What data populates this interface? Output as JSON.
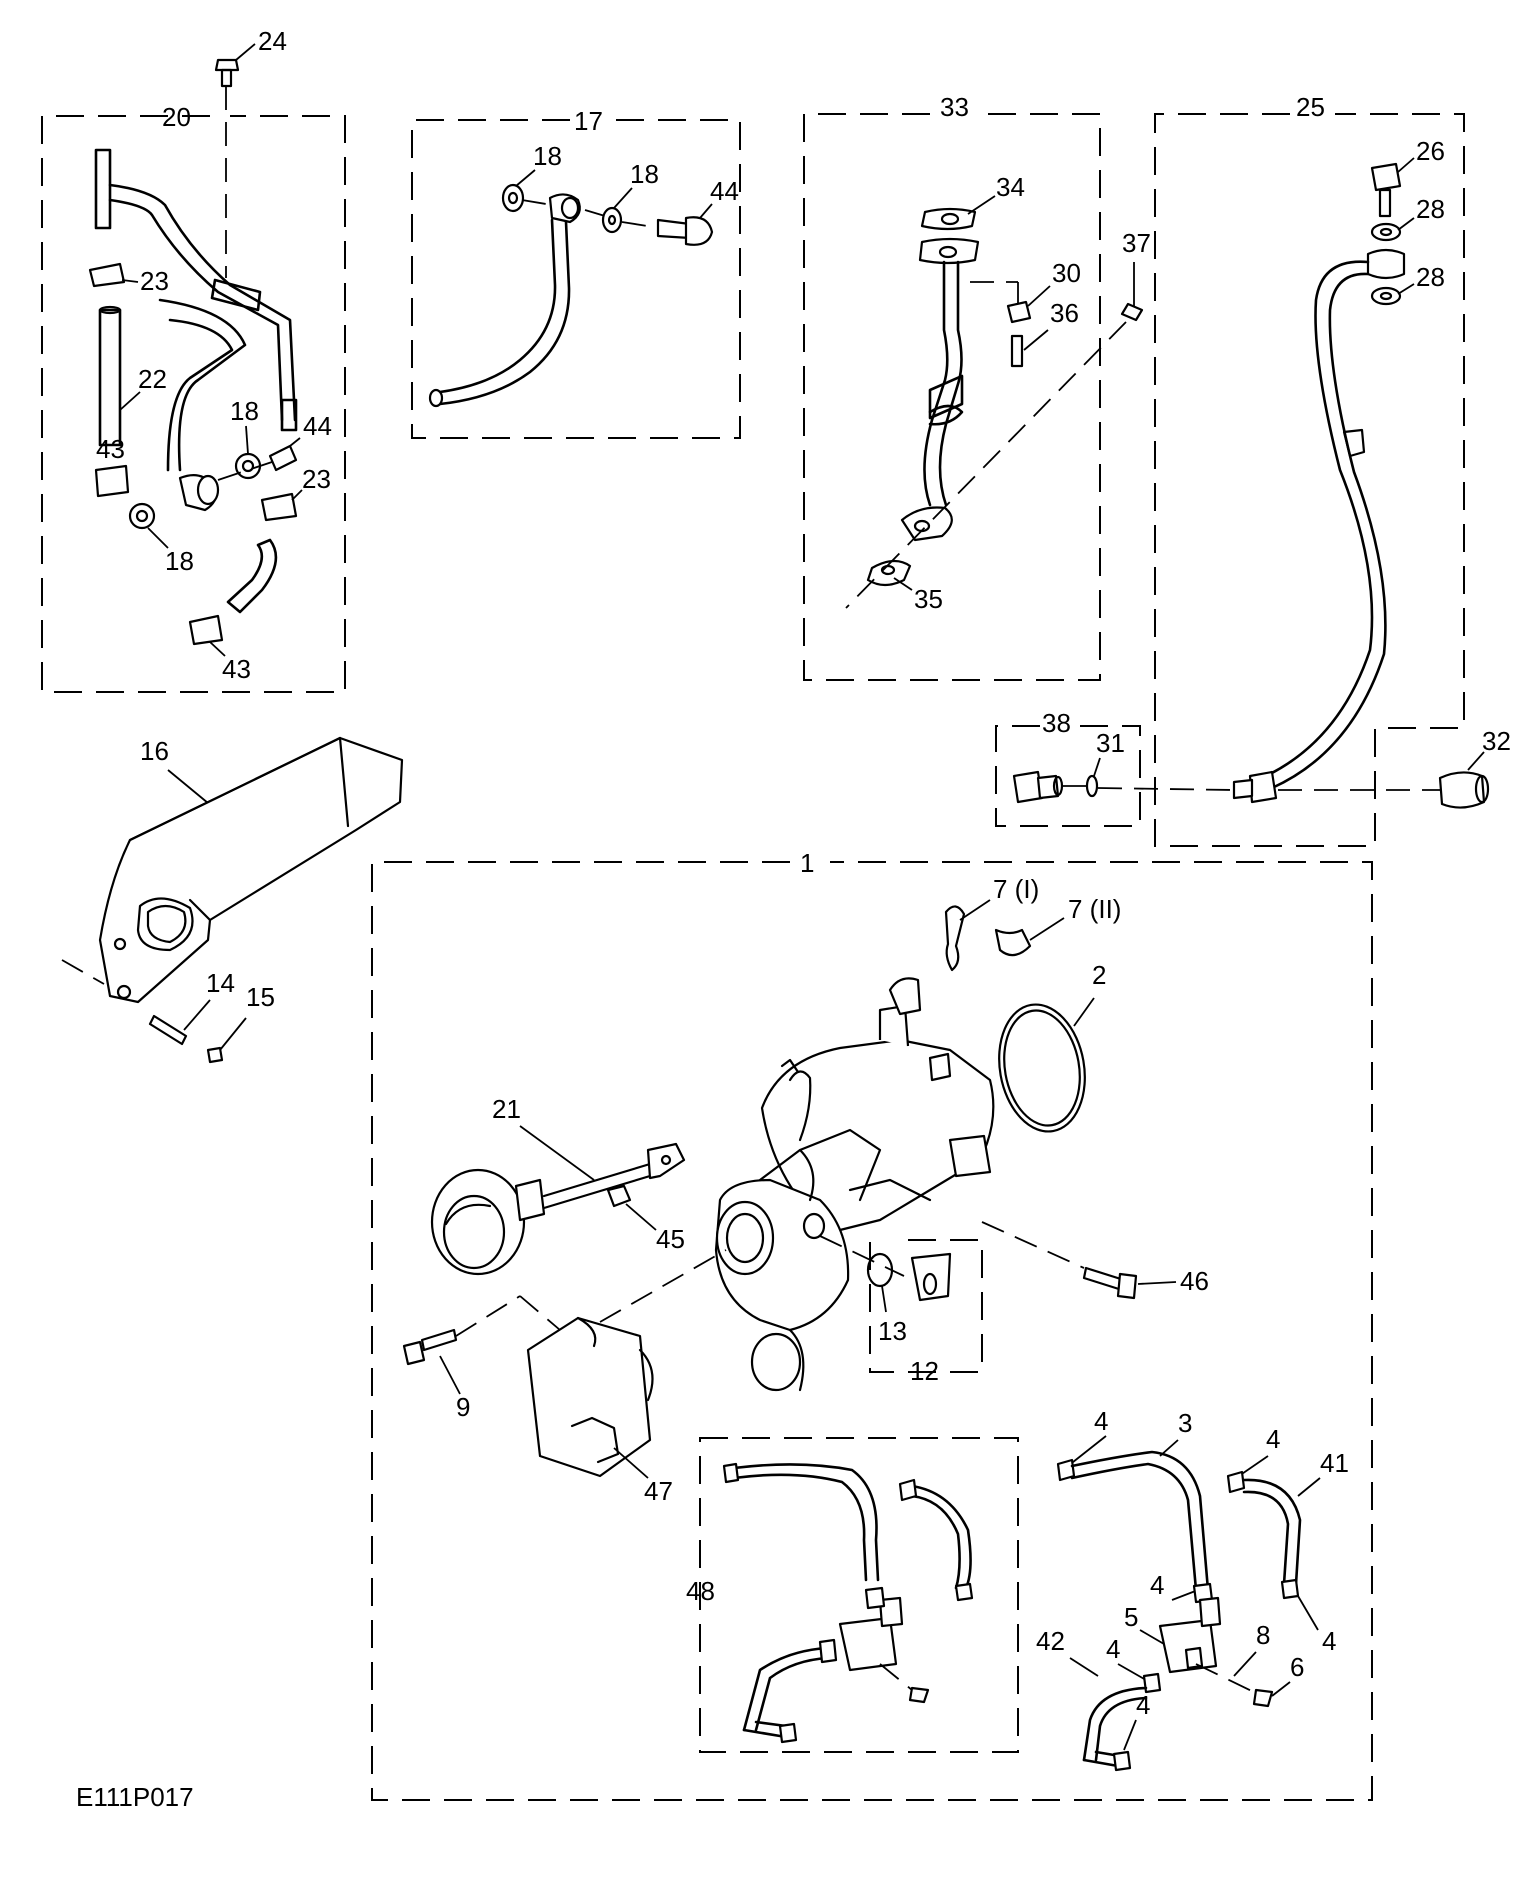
{
  "diagram_code": "E111P017",
  "callouts": {
    "c1": "1",
    "c2": "2",
    "c3": "3",
    "c4a": "4",
    "c4b": "4",
    "c4c": "4",
    "c4d": "4",
    "c4e": "4",
    "c4f": "4",
    "c5": "5",
    "c6": "6",
    "c7i": "7 (I)",
    "c7ii": "7 (II)",
    "c8": "8",
    "c9": "9",
    "c12": "12",
    "c13": "13",
    "c14": "14",
    "c15": "15",
    "c16": "16",
    "c17": "17",
    "c18a": "18",
    "c18b": "18",
    "c18c": "18",
    "c18d": "18",
    "c20": "20",
    "c21": "21",
    "c22": "22",
    "c23a": "23",
    "c23b": "23",
    "c24": "24",
    "c25": "25",
    "c26": "26",
    "c28a": "28",
    "c28b": "28",
    "c30": "30",
    "c31": "31",
    "c32": "32",
    "c33": "33",
    "c34": "34",
    "c35": "35",
    "c36": "36",
    "c37": "37",
    "c38": "38",
    "c41": "41",
    "c42": "42",
    "c43a": "43",
    "c43b": "43",
    "c44a": "44",
    "c44b": "44",
    "c45": "45",
    "c46": "46",
    "c47": "47",
    "c48": "48"
  }
}
